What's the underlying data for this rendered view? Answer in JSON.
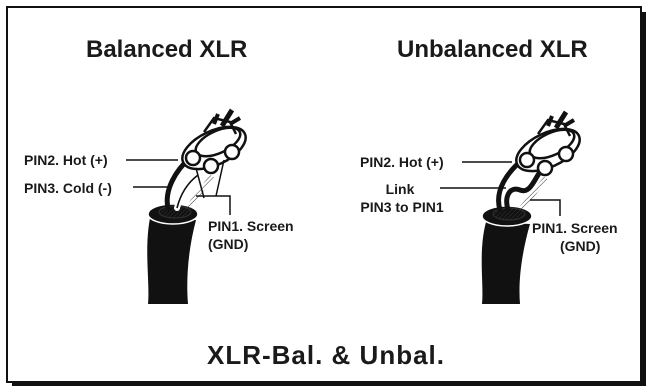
{
  "left": {
    "title": "Balanced XLR",
    "pin2_label": "PIN2. Hot (+)",
    "pin3_label": "PIN3. Cold (-)",
    "pin1_label_line1": "PIN1. Screen",
    "pin1_label_line2": "(GND)"
  },
  "right": {
    "title": "Unbalanced XLR",
    "pin2_label": "PIN2. Hot (+)",
    "link_label_line1": "Link",
    "link_label_line2": "PIN3 to PIN1",
    "pin1_label_line1": "PIN1. Screen",
    "pin1_label_line2": "(GND)"
  },
  "footer": "XLR-Bal. & Unbal."
}
